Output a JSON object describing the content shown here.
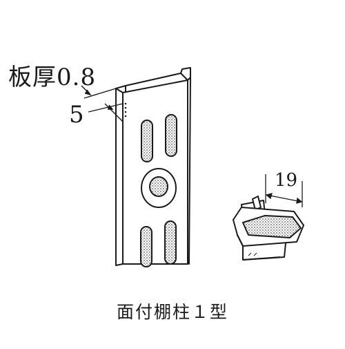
{
  "diagram": {
    "thickness_label": "板厚0.8",
    "depth_label": "5",
    "bracket_width_label": "19",
    "caption": "面付棚柱１型"
  },
  "colors": {
    "ink": "#1a1a1a",
    "stipple": "#555555",
    "background": "#ffffff"
  }
}
